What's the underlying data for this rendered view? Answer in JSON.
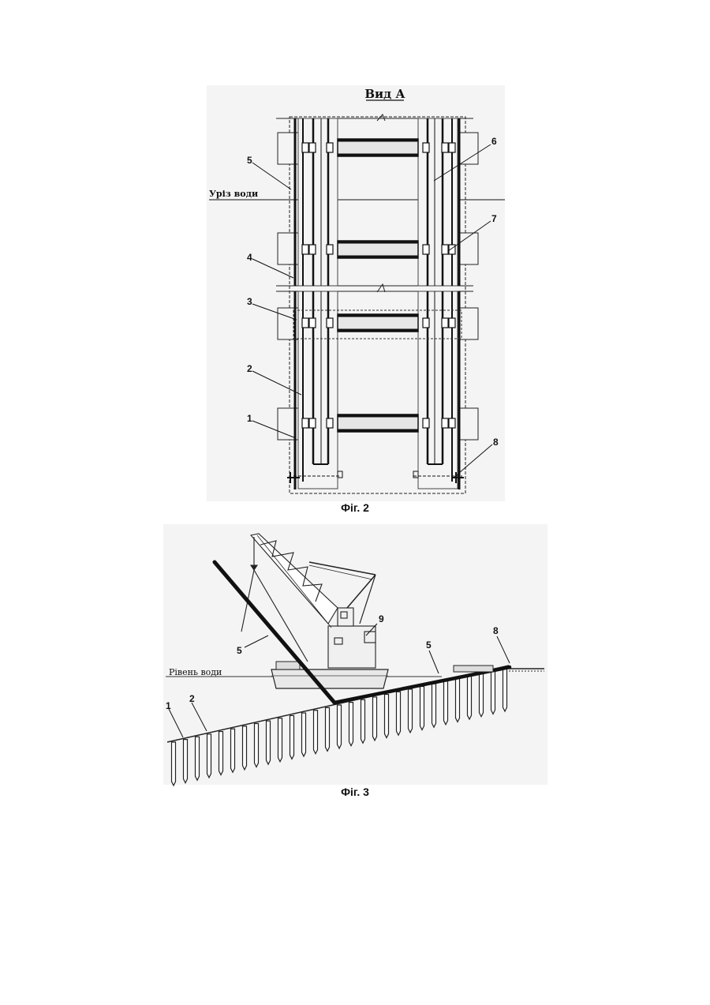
{
  "fig2": {
    "view_title": "Вид А",
    "waterline_label": "Уріз води",
    "callouts": [
      "1",
      "2",
      "3",
      "4",
      "5",
      "6",
      "7",
      "8"
    ],
    "caption": "Фіг. 2"
  },
  "fig3": {
    "water_level_label": "Рівень води",
    "callouts": [
      "1",
      "2",
      "5",
      "5",
      "8",
      "9"
    ],
    "caption": "Фіг. 3"
  }
}
